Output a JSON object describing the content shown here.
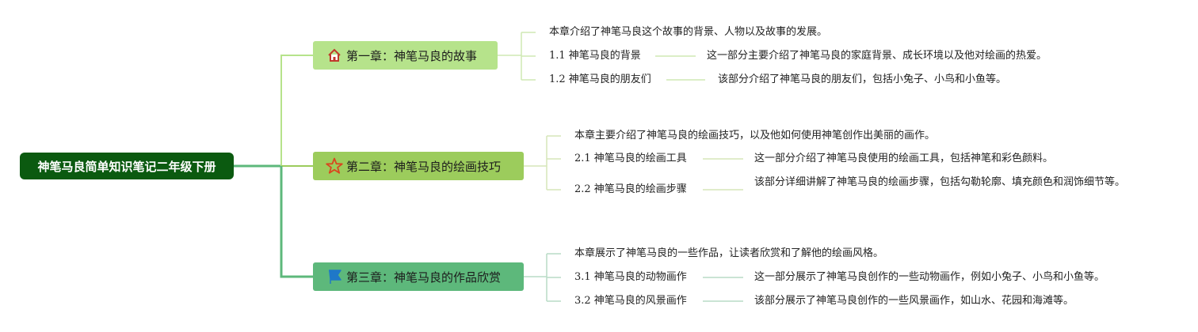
{
  "root": {
    "label": "神笔马良简单知识笔记二年级下册"
  },
  "chapters": [
    {
      "icon": "home-icon",
      "label": "第一章：神笔马良的故事",
      "summary": "本章介绍了神笔马良这个故事的背景、人物以及故事的发展。",
      "sections": [
        {
          "title": "1.1 神笔马良的背景",
          "desc": "这一部分主要介绍了神笔马良的家庭背景、成长环境以及他对绘画的热爱。"
        },
        {
          "title": "1.2 神笔马良的朋友们",
          "desc": "该部分介绍了神笔马良的朋友们，包括小兔子、小鸟和小鱼等。"
        }
      ]
    },
    {
      "icon": "star-icon",
      "label": "第二章：神笔马良的绘画技巧",
      "summary": "本章主要介绍了神笔马良的绘画技巧，以及他如何使用神笔创作出美丽的画作。",
      "sections": [
        {
          "title": "2.1 神笔马良的绘画工具",
          "desc": "这一部分介绍了神笔马良使用的绘画工具，包括神笔和彩色颜料。"
        },
        {
          "title": "2.2 神笔马良的绘画步骤",
          "desc": "该部分详细讲解了神笔马良的绘画步骤，包括勾勒轮廓、填充颜色和润饰细节等。"
        }
      ]
    },
    {
      "icon": "flag-icon",
      "label": "第三章：神笔马良的作品欣赏",
      "summary": "本章展示了神笔马良的一些作品，让读者欣赏和了解他的绘画风格。",
      "sections": [
        {
          "title": "3.1 神笔马良的动物画作",
          "desc": "这一部分展示了神笔马良创作的一些动物画作，例如小兔子、小鸟和小鱼等。"
        },
        {
          "title": "3.2 神笔马良的风景画作",
          "desc": "该部分展示了神笔马良创作的一些风景画作，如山水、花园和海滩等。"
        }
      ]
    }
  ],
  "colors": {
    "root_bg": "#0b5a10",
    "chapter1": "#b6e38b",
    "chapter2": "#9ccc5c",
    "chapter3": "#5db87b"
  }
}
